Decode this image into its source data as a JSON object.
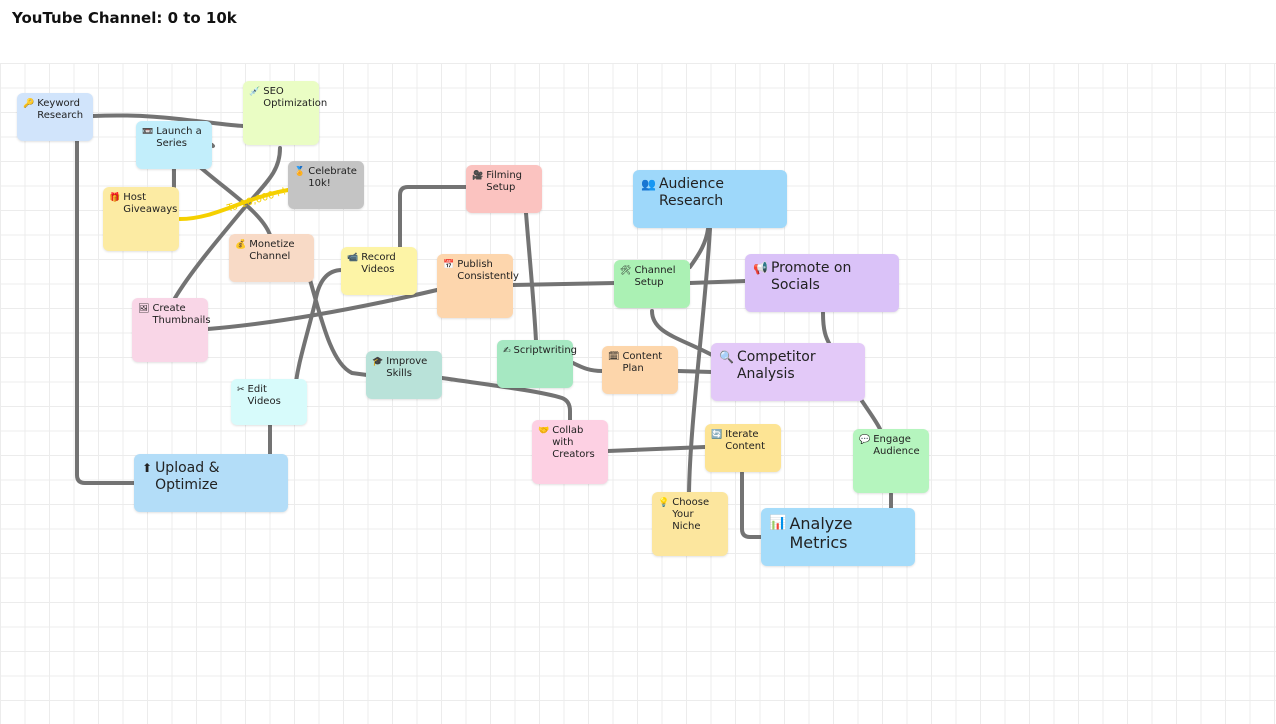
{
  "title": "YouTube Channel: 0 to 10k",
  "edge_label": "To 10,000+!",
  "nodes": {
    "keyword_research": {
      "icon": "🔑",
      "label": "Keyword\nResearch",
      "color": "#d1e4fb",
      "icon_name": "key-icon"
    },
    "seo_optimization": {
      "icon": "💉",
      "label": "SEO\nOptimization",
      "color": "#eafdc4",
      "icon_name": "syringe-icon"
    },
    "launch_series": {
      "icon": "📼",
      "label": "Launch a\nSeries",
      "color": "#c2eefb",
      "icon_name": "videocassette-icon"
    },
    "celebrate": {
      "icon": "🏅",
      "label": "Celebrate\n10k!",
      "color": "#c4c4c4",
      "icon_name": "medal-icon"
    },
    "host_giveaways": {
      "icon": "🎁",
      "label": "Host\nGiveaways",
      "color": "#fceba3",
      "icon_name": "gift-icon"
    },
    "filming_setup": {
      "icon": "🎥",
      "label": "Filming\nSetup",
      "color": "#fbc3c0",
      "icon_name": "camera-icon"
    },
    "audience_research": {
      "icon": "👥",
      "label": "Audience Research",
      "color": "#9ed8fa",
      "icon_name": "people-icon"
    },
    "monetize": {
      "icon": "💰",
      "label": "Monetize\nChannel",
      "color": "#f8dac6",
      "icon_name": "money-bag-icon"
    },
    "record_videos": {
      "icon": "📹",
      "label": "Record\nVideos",
      "color": "#fdf4a6",
      "icon_name": "video-camera-icon"
    },
    "publish": {
      "icon": "📅",
      "label": "Publish\nConsistently",
      "color": "#fdd6ad",
      "icon_name": "calendar-icon"
    },
    "channel_setup": {
      "icon": "🛠",
      "label": "Channel\nSetup",
      "color": "#abf1b4",
      "icon_name": "tools-icon"
    },
    "promote": {
      "icon": "📢",
      "label": "Promote on Socials",
      "color": "#dac2f8",
      "icon_name": "megaphone-icon"
    },
    "create_thumbnails": {
      "icon": "🖼",
      "label": "Create\nThumbnails",
      "color": "#f9d6e7",
      "icon_name": "picture-icon"
    },
    "improve_skills": {
      "icon": "🎓",
      "label": "Improve\nSkills",
      "color": "#b9e2d9",
      "icon_name": "graduation-cap-icon"
    },
    "scriptwriting": {
      "icon": "✍",
      "label": "Scriptwriting",
      "color": "#a6e8c2",
      "icon_name": "writing-hand-icon"
    },
    "content_plan": {
      "icon": "🗓",
      "label": "Content\nPlan",
      "color": "#fdd6ab",
      "icon_name": "spiral-calendar-icon"
    },
    "competitor": {
      "icon": "🔍",
      "label": "Competitor Analysis",
      "color": "#e3c9f8",
      "icon_name": "magnifier-icon"
    },
    "edit_videos": {
      "icon": "✂",
      "label": "Edit Videos",
      "color": "#d7fbfb",
      "icon_name": "scissors-icon"
    },
    "collab": {
      "icon": "🤝",
      "label": "Collab with\nCreators",
      "color": "#fdd0e3",
      "icon_name": "handshake-icon"
    },
    "iterate": {
      "icon": "🔄",
      "label": "Iterate\nContent",
      "color": "#fde494",
      "icon_name": "refresh-icon"
    },
    "engage": {
      "icon": "💬",
      "label": "Engage\nAudience",
      "color": "#b5f5be",
      "icon_name": "speech-bubble-icon"
    },
    "upload": {
      "icon": "⬆",
      "label": "Upload & Optimize",
      "color": "#b3ddf8",
      "icon_name": "upload-icon"
    },
    "choose_niche": {
      "icon": "💡",
      "label": "Choose\nYour Niche",
      "color": "#fce69e",
      "icon_name": "light-bulb-icon"
    },
    "analyze": {
      "icon": "📊",
      "label": "Analyze Metrics",
      "color": "#a5dcfa",
      "icon_name": "bar-chart-icon"
    }
  },
  "colors": {
    "edge": "#737373",
    "highlight_edge": "#f5d000"
  }
}
